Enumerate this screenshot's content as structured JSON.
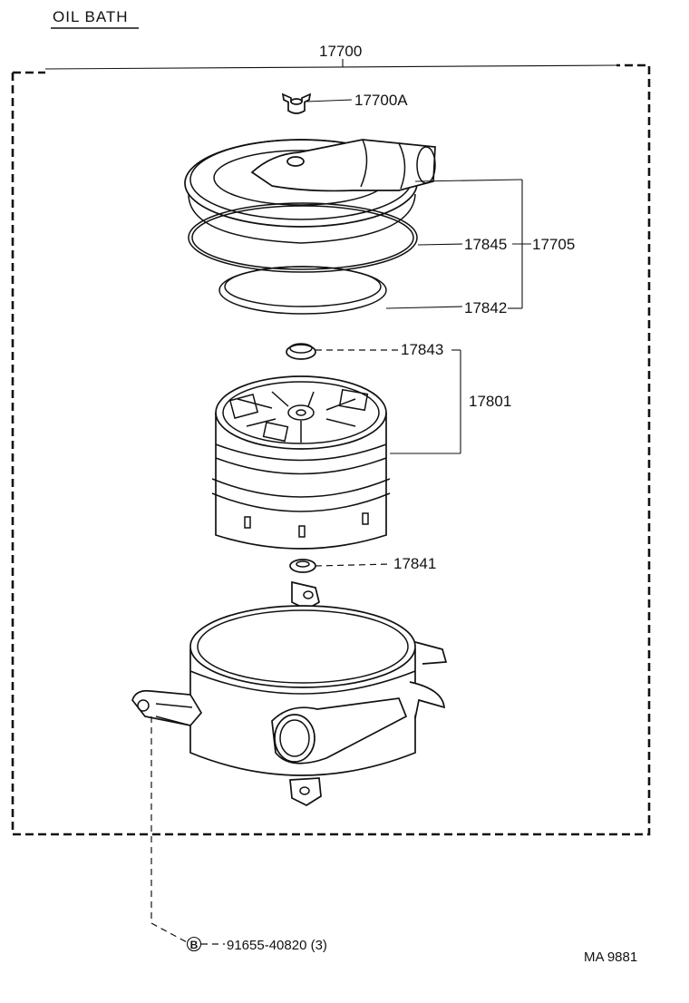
{
  "title": "OIL BATH",
  "drawing_code": "MA  9881",
  "labels": {
    "assembly": "17700",
    "wing_nut": "17700A",
    "cap_seal": "17845",
    "cap_assy": "17705",
    "gasket": "17842",
    "grommet": "17843",
    "element": "17801",
    "washer": "17841",
    "bolt_marker": "B",
    "bolt": "91655-40820 (3)"
  }
}
